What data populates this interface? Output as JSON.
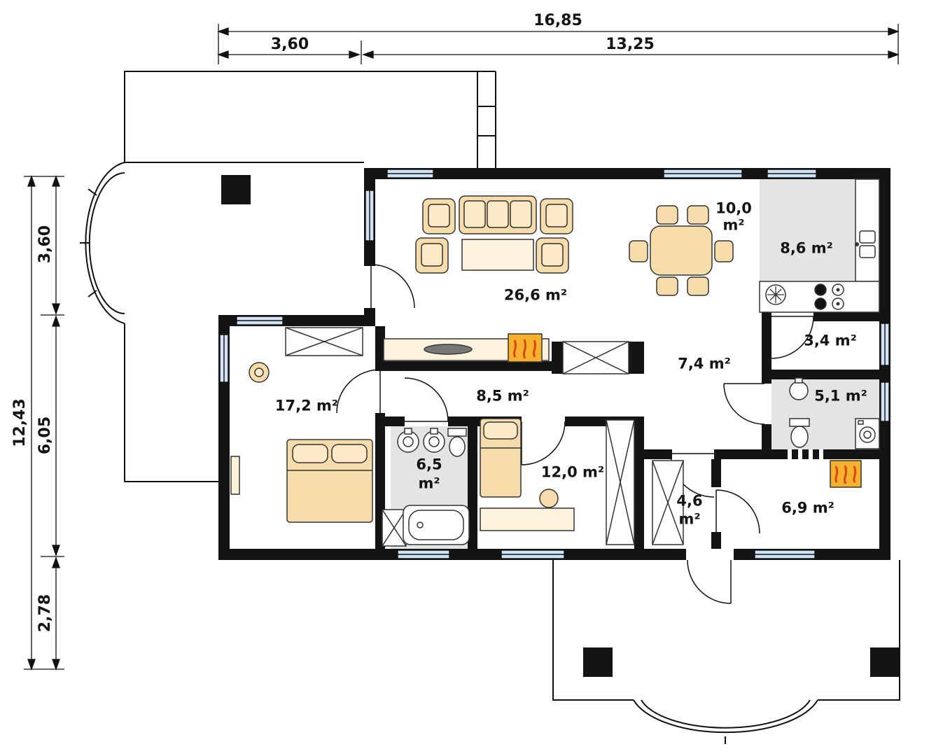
{
  "dimensions": {
    "top_total": "16,85",
    "top_left": "3,60",
    "top_right": "13,25",
    "side_total": "12,43",
    "side_top": "3,60",
    "side_middle": "6,05",
    "side_bottom": "2,78"
  },
  "rooms": {
    "living_room": {
      "label": "26,6 m²"
    },
    "dining": {
      "line1": "10,0",
      "line2": "m²"
    },
    "kitchen": {
      "label": "8,6 m²"
    },
    "pantry": {
      "label": "3,4 m²"
    },
    "hall": {
      "label": "7,4 m²"
    },
    "toilet": {
      "label": "5,1 m²"
    },
    "corridor": {
      "label": "8,5 m²"
    },
    "bedroom_1": {
      "label": "17,2 m²"
    },
    "bathroom": {
      "line1": "6,5",
      "line2": "m²"
    },
    "bedroom_2": {
      "label": "12,0 m²"
    },
    "wardrobe": {
      "line1": "4,6",
      "line2": "m²"
    },
    "utility": {
      "label": "6,9 m²"
    }
  },
  "colors": {
    "wall": "#141414",
    "window": "#cfe3f4",
    "furniture": "#f7dcab",
    "furniture_light": "#fdf3dd",
    "floor_gray": "#e4e4e4",
    "fire_box": "#f6b12e",
    "fire_flame": "#d9480f"
  }
}
